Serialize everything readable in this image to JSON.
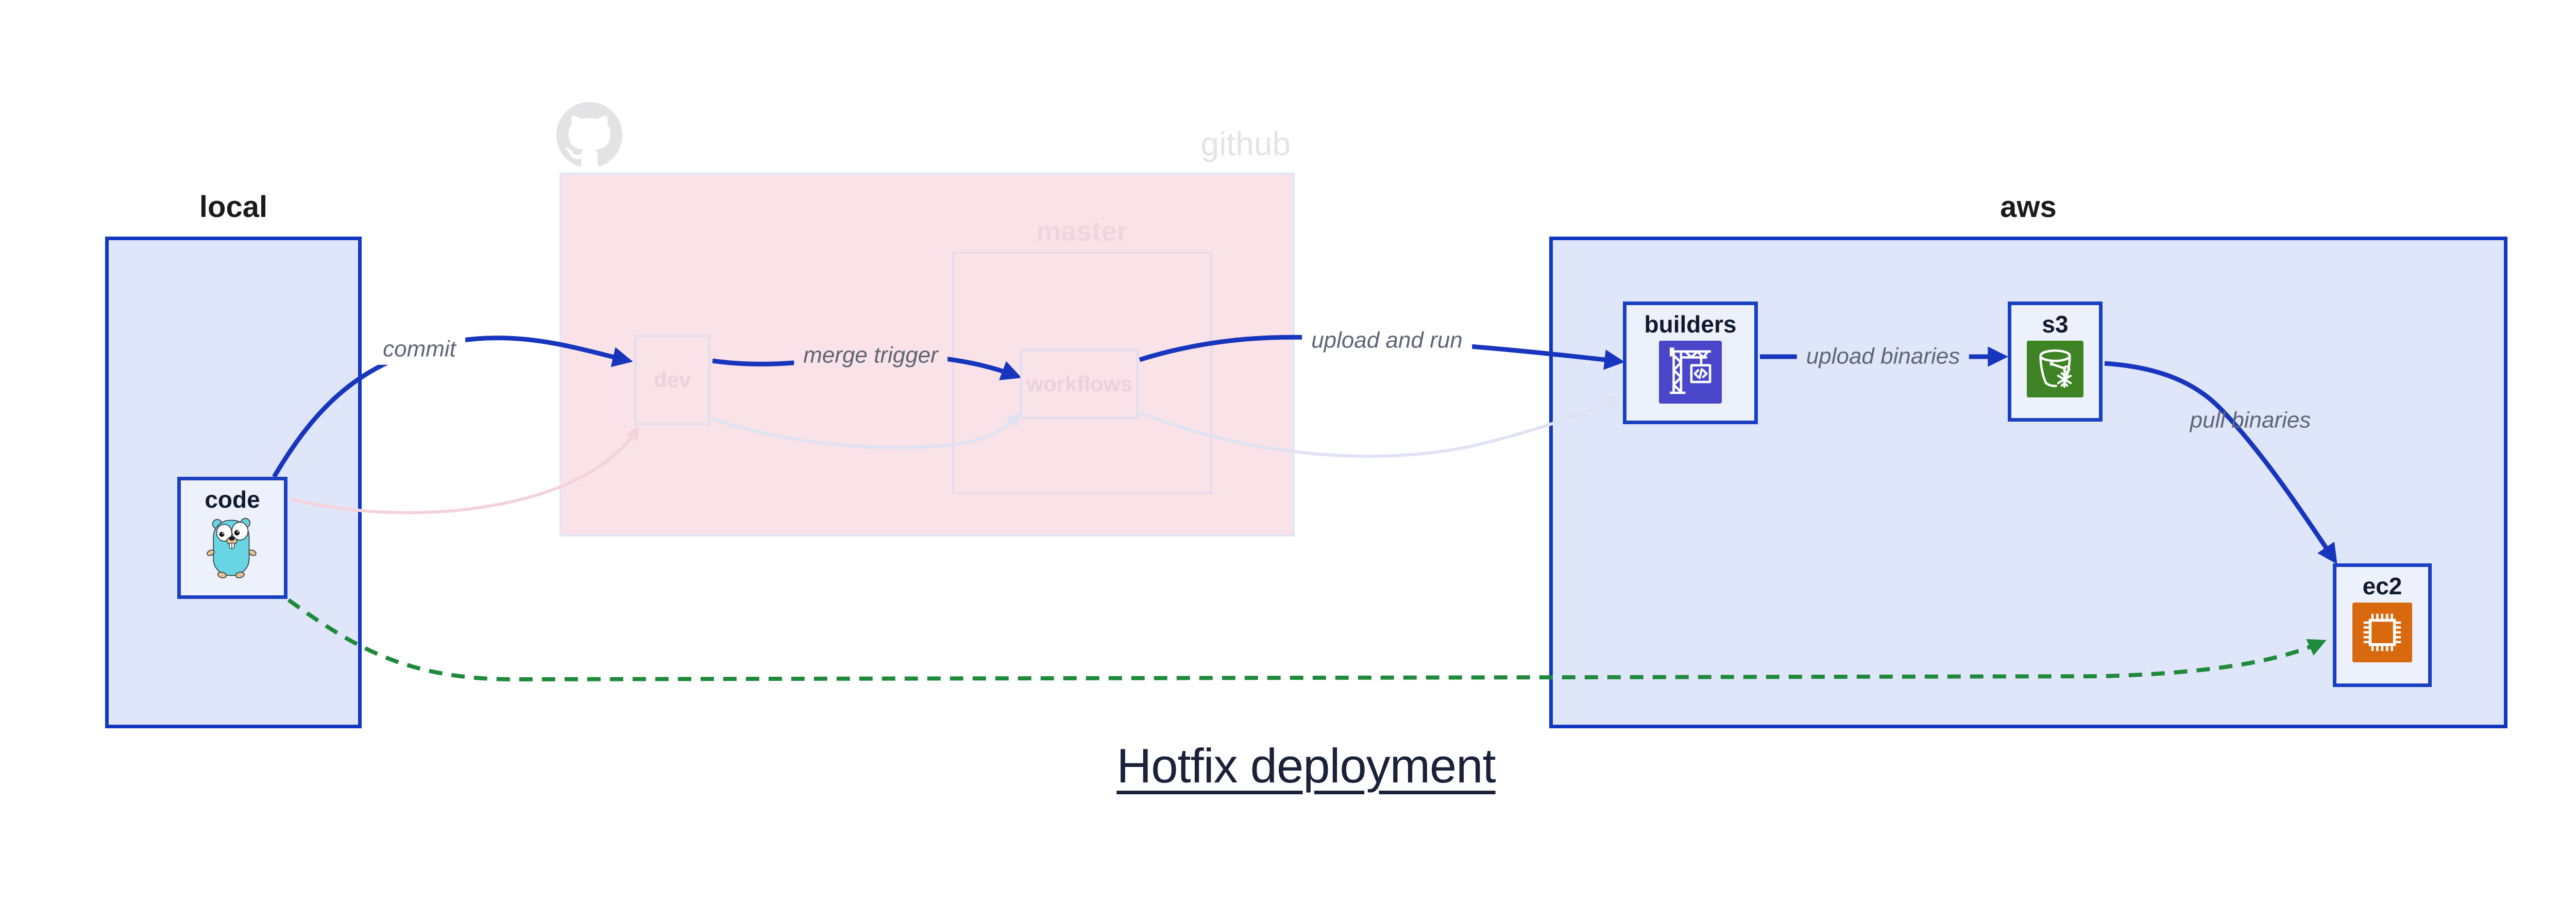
{
  "title": "Hotfix deployment",
  "groups": {
    "local": {
      "title": "local"
    },
    "github": {
      "title": "github",
      "master": "master"
    },
    "aws": {
      "title": "aws"
    }
  },
  "nodes": {
    "code": "code",
    "dev": "dev",
    "workflows": "workflows",
    "builders": "builders",
    "s3": "s3",
    "ec2": "ec2"
  },
  "edge_labels": {
    "commit": "commit",
    "merge_trigger": "merge trigger",
    "upload_and_run": "upload and run",
    "upload_binaries": "upload binaries",
    "pull_binaries": "pull binaries"
  },
  "icons": {
    "code_icon": "go-gopher-icon",
    "github_logo": "octocat-icon",
    "builders_icon": "codebuild-crane-icon",
    "s3_icon": "s3-bucket-snowflake-icon",
    "ec2_icon": "ec2-chip-icon"
  },
  "colors": {
    "arrow_blue": "#1736bd",
    "border_blue": "#1238c2",
    "hotfix_green": "#1f8a3c",
    "local_aws_fill": "#e0e6fa",
    "github_fill": "#f9e2e8",
    "node_fill": "#edf1fc",
    "faded_pink_arrow": "#f4d2dc",
    "faded_lavender_arrow": "#dfe2f3",
    "edge_label_gray": "#5e6575",
    "title_navy": "#1b2138",
    "codebuild_indigo": "#4946c9",
    "s3_green": "#3e8424",
    "ec2_orange": "#d9690f"
  }
}
